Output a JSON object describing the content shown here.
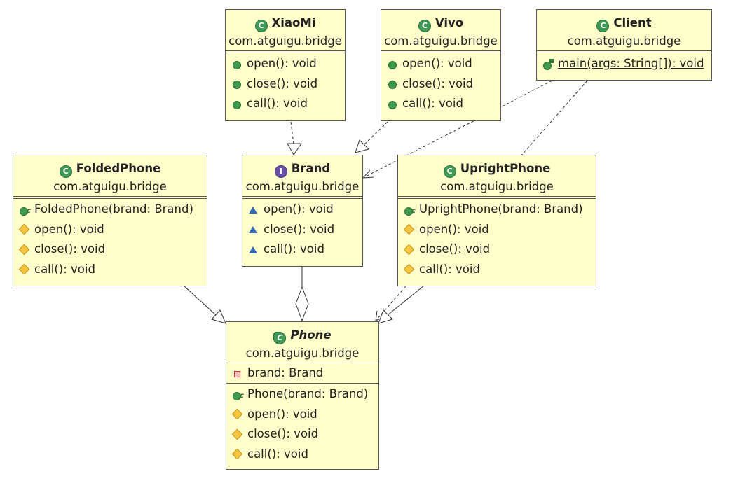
{
  "classes": {
    "xiaomi": {
      "name": "XiaoMi",
      "kind": "class",
      "package": "com.atguigu.bridge",
      "methods": [
        {
          "text": "open(): void",
          "vis": "public"
        },
        {
          "text": "close(): void",
          "vis": "public"
        },
        {
          "text": "call(): void",
          "vis": "public"
        }
      ]
    },
    "vivo": {
      "name": "Vivo",
      "kind": "class",
      "package": "com.atguigu.bridge",
      "methods": [
        {
          "text": "open(): void",
          "vis": "public"
        },
        {
          "text": "close(): void",
          "vis": "public"
        },
        {
          "text": "call(): void",
          "vis": "public"
        }
      ]
    },
    "client": {
      "name": "Client",
      "kind": "class",
      "package": "com.atguigu.bridge",
      "methods": [
        {
          "text": "main(args: String[]): void",
          "vis": "public-static"
        }
      ]
    },
    "foldedphone": {
      "name": "FoldedPhone",
      "kind": "class",
      "package": "com.atguigu.bridge",
      "methods": [
        {
          "text": "FoldedPhone(brand: Brand)",
          "vis": "constructor"
        },
        {
          "text": "open(): void",
          "vis": "protected"
        },
        {
          "text": "close(): void",
          "vis": "protected"
        },
        {
          "text": "call(): void",
          "vis": "protected"
        }
      ]
    },
    "brand": {
      "name": "Brand",
      "kind": "interface",
      "package": "com.atguigu.bridge",
      "methods": [
        {
          "text": "open(): void",
          "vis": "package"
        },
        {
          "text": "close(): void",
          "vis": "package"
        },
        {
          "text": "call(): void",
          "vis": "package"
        }
      ]
    },
    "uprightphone": {
      "name": "UprightPhone",
      "kind": "class",
      "package": "com.atguigu.bridge",
      "methods": [
        {
          "text": "UprightPhone(brand: Brand)",
          "vis": "constructor"
        },
        {
          "text": "open(): void",
          "vis": "protected"
        },
        {
          "text": "close(): void",
          "vis": "protected"
        },
        {
          "text": "call(): void",
          "vis": "protected"
        }
      ]
    },
    "phone": {
      "name": "Phone",
      "kind": "abstract",
      "package": "com.atguigu.bridge",
      "fields": [
        {
          "text": "brand: Brand",
          "vis": "private"
        }
      ],
      "methods": [
        {
          "text": "Phone(brand: Brand)",
          "vis": "constructor"
        },
        {
          "text": "open(): void",
          "vis": "protected"
        },
        {
          "text": "close(): void",
          "vis": "protected"
        },
        {
          "text": "call(): void",
          "vis": "protected"
        }
      ]
    }
  },
  "colors": {
    "class_fill": "#ffffcc",
    "border": "#555555",
    "class_icon": "#3f9a56",
    "interface_icon": "#6a4fa8"
  },
  "relations": [
    {
      "from": "xiaomi",
      "to": "brand",
      "type": "realization"
    },
    {
      "from": "vivo",
      "to": "brand",
      "type": "realization"
    },
    {
      "from": "client",
      "to": "brand",
      "type": "dependency"
    },
    {
      "from": "client",
      "to": "phone",
      "type": "dependency"
    },
    {
      "from": "foldedphone",
      "to": "phone",
      "type": "generalization"
    },
    {
      "from": "uprightphone",
      "to": "phone",
      "type": "generalization"
    },
    {
      "from": "phone",
      "to": "brand",
      "type": "aggregation"
    }
  ]
}
